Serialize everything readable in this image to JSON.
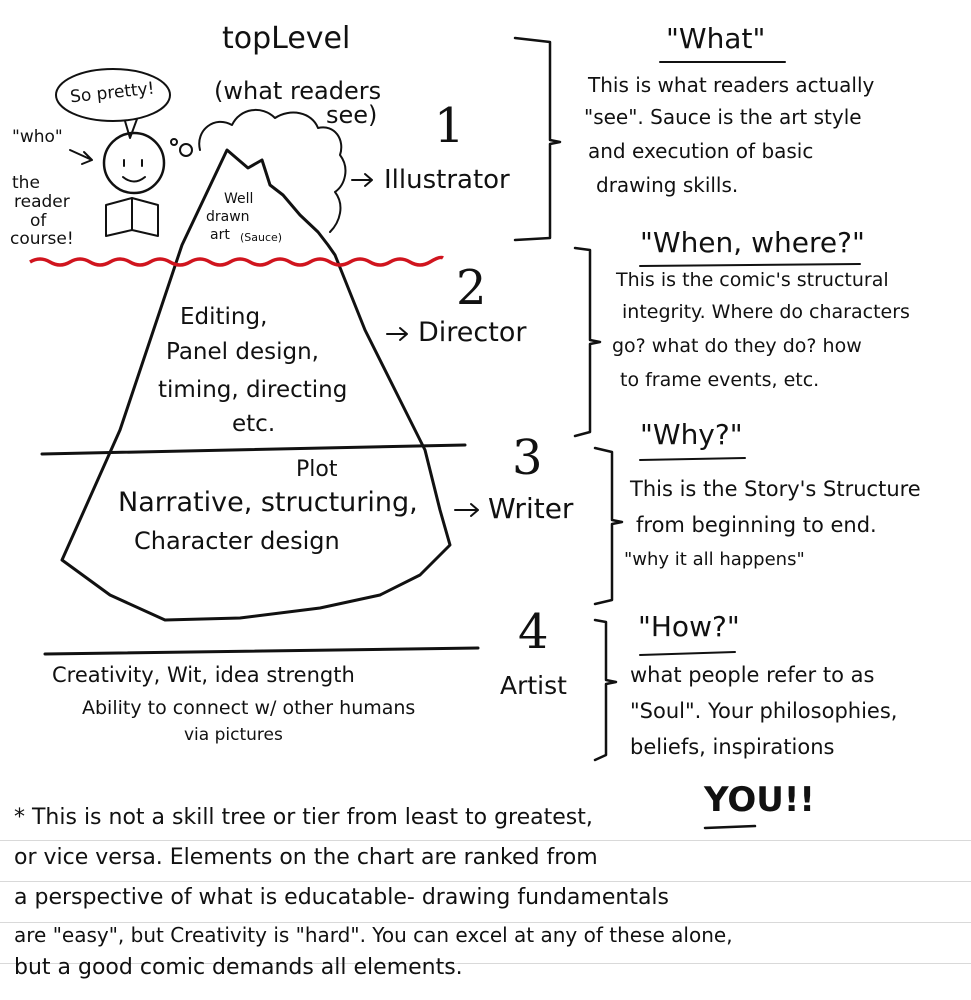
{
  "top": {
    "title": "topLevel",
    "subtitle_1": "(what readers",
    "subtitle_2": "see)",
    "speech": "So pretty!",
    "who": "\"who\"",
    "reader_1": "the",
    "reader_2": "reader",
    "reader_3": "of",
    "reader_4": "course!"
  },
  "iceberg": {
    "tip_1": "Well",
    "tip_2": "drawn",
    "tip_3": "art",
    "tip_sauce": "(Sauce)",
    "mid_1": "Editing,",
    "mid_2": "Panel design,",
    "mid_3": "timing, directing",
    "mid_4": "etc.",
    "low_plot": "Plot",
    "low_1": "Narrative, structuring,",
    "low_2": "Character design",
    "base_1": "Creativity, Wit, idea strength",
    "base_2": "Ability to connect w/ other humans",
    "base_3": "via pictures"
  },
  "levels": [
    {
      "number": "1",
      "role": "Illustrator",
      "question": "\"What\"",
      "lines": [
        "This is what readers actually",
        "\"see\". Sauce is the art style",
        "and execution of basic",
        "drawing skills."
      ]
    },
    {
      "number": "2",
      "role": "Director",
      "question": "\"When, where?\"",
      "lines": [
        "This is the comic's structural",
        "integrity. Where do characters",
        "go? what do they do? how",
        "to frame events, etc."
      ]
    },
    {
      "number": "3",
      "role": "Writer",
      "question": "\"Why?\"",
      "lines": [
        "This is the Story's Structure",
        "from beginning to end.",
        "\"why it all happens\""
      ]
    },
    {
      "number": "4",
      "role": "Artist",
      "question": "\"How?\"",
      "lines": [
        "what people refer to as",
        "\"Soul\". Your philosophies,",
        "beliefs, inspirations"
      ]
    }
  ],
  "you_label": "YOU!!",
  "footnote": [
    "* This is not a skill tree or tier from least to greatest,",
    "or vice versa. Elements on the chart are ranked from",
    "a perspective of what is educatable- drawing fundamentals",
    "are \"easy\", but Creativity is \"hard\". You can excel at any of these alone,",
    "but a good comic demands all elements."
  ],
  "colors": {
    "ink": "#111111",
    "waterline": "#d0141e",
    "rule": "#d9d9d9"
  }
}
